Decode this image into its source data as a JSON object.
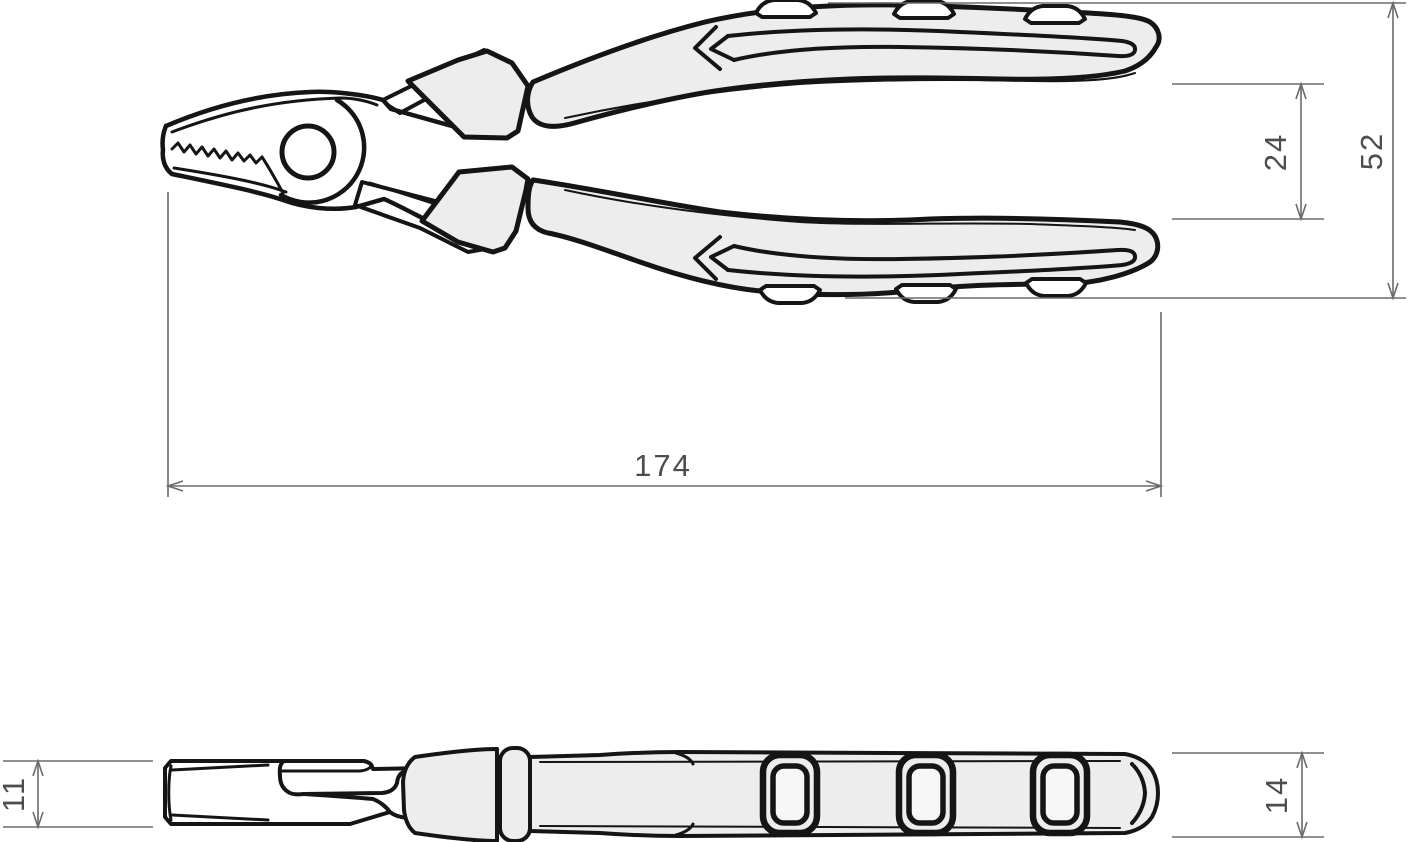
{
  "dimensions": {
    "overall_length": {
      "value": "174"
    },
    "overall_handle_spread": {
      "value": "52"
    },
    "handle_inner_gap": {
      "value": "24"
    },
    "head_thickness": {
      "value": "11"
    },
    "handle_thickness": {
      "value": "14"
    }
  },
  "colors": {
    "line": "#151515",
    "grip_fill": "#ededed",
    "metal_fill": "#ffffff",
    "dimension_line": "#6b6b6b",
    "dimension_text": "#4d4d4d",
    "background": "#ffffff"
  }
}
